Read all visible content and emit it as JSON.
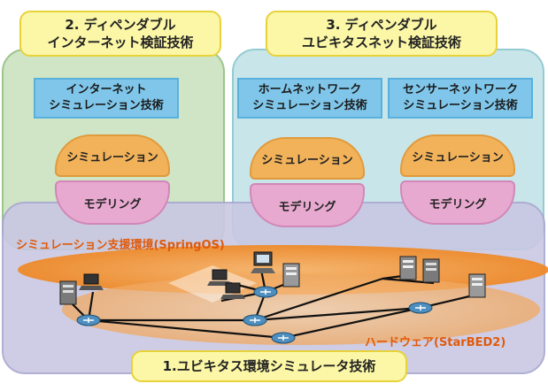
{
  "title_internet": "2. ディペンダブル\nインターネット検証技術",
  "title_ubiquitous": "3. ディペンダブル\nユビキタスネット検証技術",
  "title_bottom": "1.ユビキタス環境シミュレータ技術",
  "tech_internet": "インターネット\nシミュレーション技術",
  "tech_home": "ホームネットワーク\nシミュレーション技術",
  "tech_sensor": "センサーネットワーク\nシミュレーション技術",
  "simulation_label": "シミュレーション",
  "modeling_label": "モデリング",
  "springos_label": "シミュレーション支援環境(SpringOS)",
  "starbed_label": "ハードウェア(StarBED2)",
  "colors": {
    "green_panel": "#cfe5c6",
    "cyan_panel": "#c8e6ea",
    "purple_panel": "#c9c8e3",
    "title_yellow": "#fbf7a6",
    "tech_blue": "#7fc6ea",
    "simulation_orange": "#f2b25a",
    "modeling_pink": "#e7a9cf",
    "accent_orange": "#e05a0a"
  }
}
